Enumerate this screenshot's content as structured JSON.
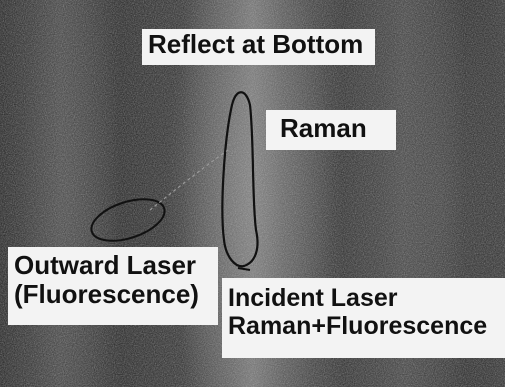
{
  "labels": {
    "reflect": "Reflect at Bottom",
    "raman": "Raman",
    "outward_line1": "Outward Laser",
    "outward_line2": "(Fluorescence)",
    "incident_line1": "Incident Laser",
    "incident_line2": "Raman+Fluorescence"
  },
  "colors": {
    "background": "#2e2e2e",
    "label_box": "#f3f3f3",
    "text": "#111111",
    "outline": "#111111"
  }
}
